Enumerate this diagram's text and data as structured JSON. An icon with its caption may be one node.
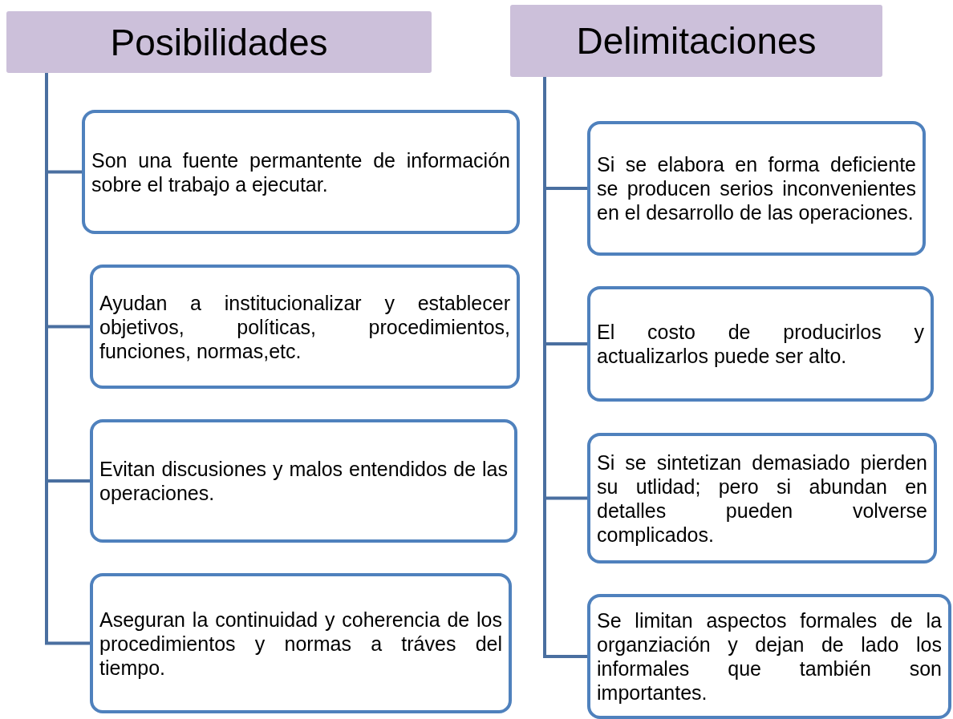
{
  "diagram": {
    "nodes": [
      {
        "text": [
          "Posibilidades"
        ]
      },
      {
        "text": [
          "Son una fuente permantente de información sobre el trabajo a ejecutar."
        ]
      },
      {
        "text": [
          "Ayudan a institucionalizar y establecer objetivos, políticas, procedimientos, funciones, normas,etc."
        ]
      },
      {
        "text": [
          "Evitan discusiones y malos entendidos de las operaciones."
        ]
      },
      {
        "text": [
          "Aseguran la continuidad y coherencia de los procedimientos y normas a tráves del tiempo."
        ]
      },
      {
        "text": [
          "Delimitaciones"
        ]
      },
      {
        "text": [
          "Si se elabora en forma deficiente se producen serios inconvenientes en el desarrollo de las operaciones."
        ]
      },
      {
        "text": [
          "El costo de producirlos y actualizarlos puede ser alto."
        ]
      },
      {
        "text": [
          "Si se sintetizan demasiado pierden su utlidad; pero si abundan en detalles pueden volverse complicados."
        ]
      },
      {
        "text": [
          "Se limitan aspectos formales de la organziación y dejan de lado los informales que también son importantes."
        ]
      }
    ],
    "edges": [
      {
        "from": 0,
        "to": 1,
        "arrow": "none"
      },
      {
        "from": 0,
        "to": 2,
        "arrow": "none"
      },
      {
        "from": 0,
        "to": 3,
        "arrow": "none"
      },
      {
        "from": 0,
        "to": 4,
        "arrow": "none"
      },
      {
        "from": 5,
        "to": 6,
        "arrow": "none"
      },
      {
        "from": 5,
        "to": 7,
        "arrow": "none"
      },
      {
        "from": 5,
        "to": 8,
        "arrow": "none"
      },
      {
        "from": 5,
        "to": 9,
        "arrow": "none"
      }
    ]
  }
}
